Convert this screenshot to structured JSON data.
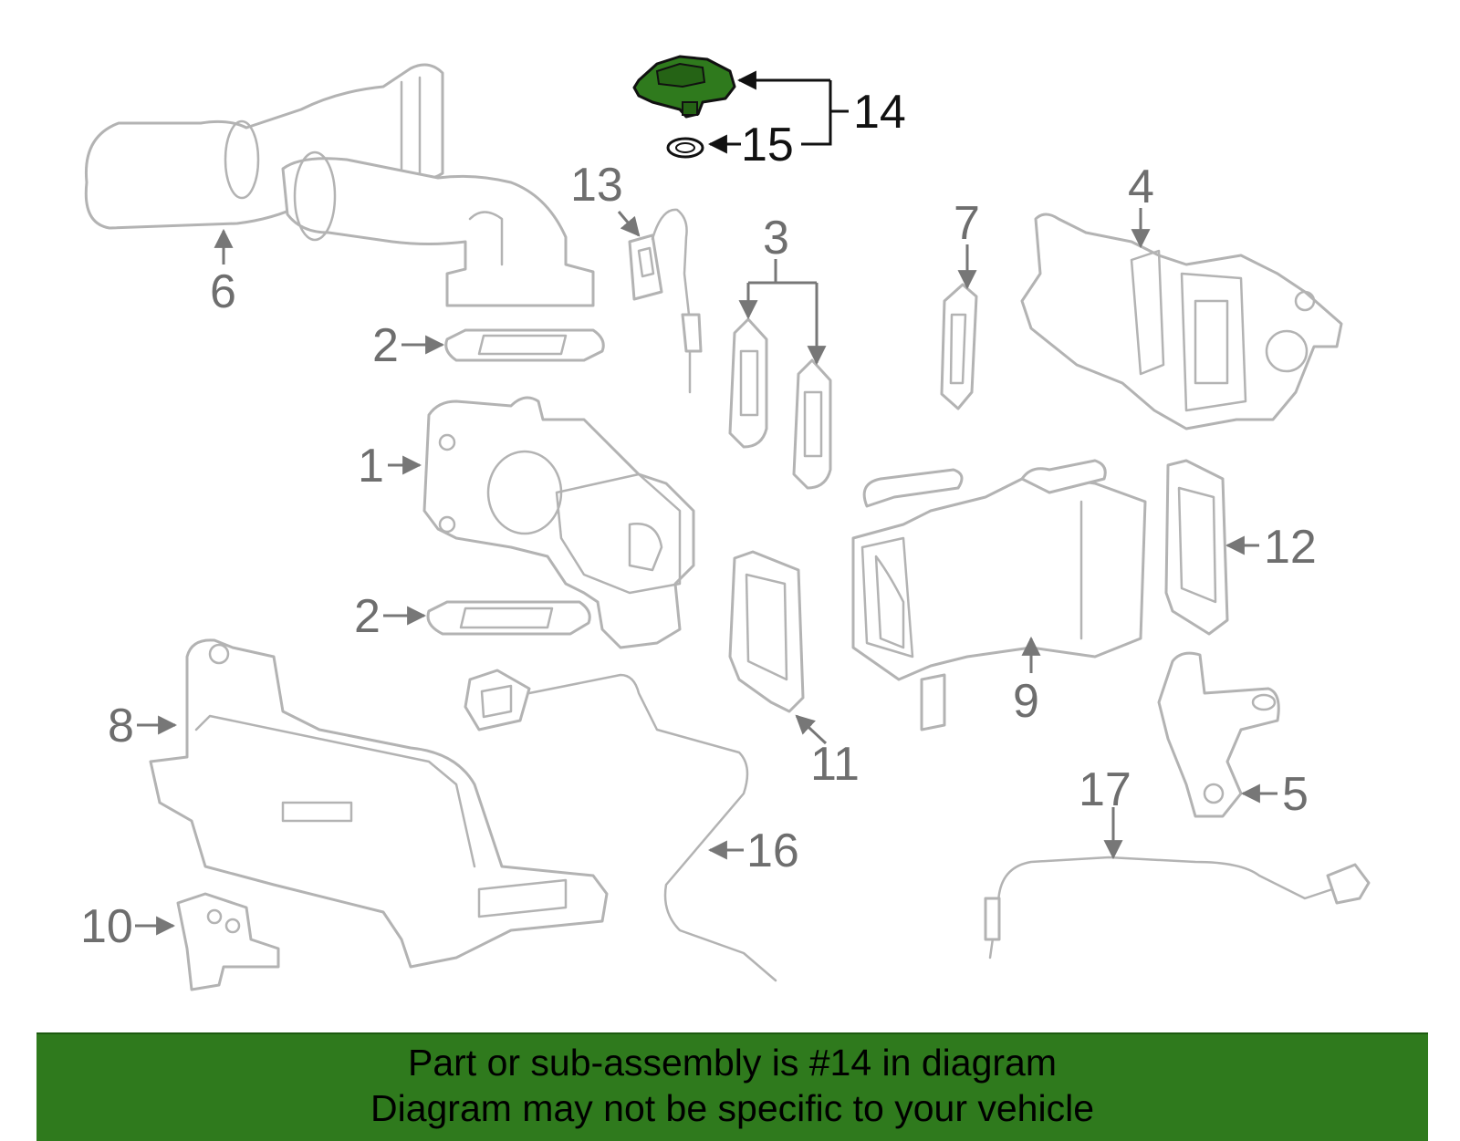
{
  "highlighted_part": "14",
  "colors": {
    "highlight": "#2f7a1d",
    "part_outline": "#b3b3b3",
    "callout_text": "#6e6e6e",
    "active_callout": "#111111"
  },
  "callouts": {
    "c1": "1",
    "c2a": "2",
    "c2b": "2",
    "c3": "3",
    "c4": "4",
    "c5": "5",
    "c6": "6",
    "c7": "7",
    "c8": "8",
    "c9": "9",
    "c10": "10",
    "c11": "11",
    "c12": "12",
    "c13": "13",
    "c14": "14",
    "c15": "15",
    "c16": "16",
    "c17": "17"
  },
  "banner": {
    "line1": "Part or sub-assembly is #14 in diagram",
    "line2": "Diagram may not be specific to your vehicle"
  }
}
